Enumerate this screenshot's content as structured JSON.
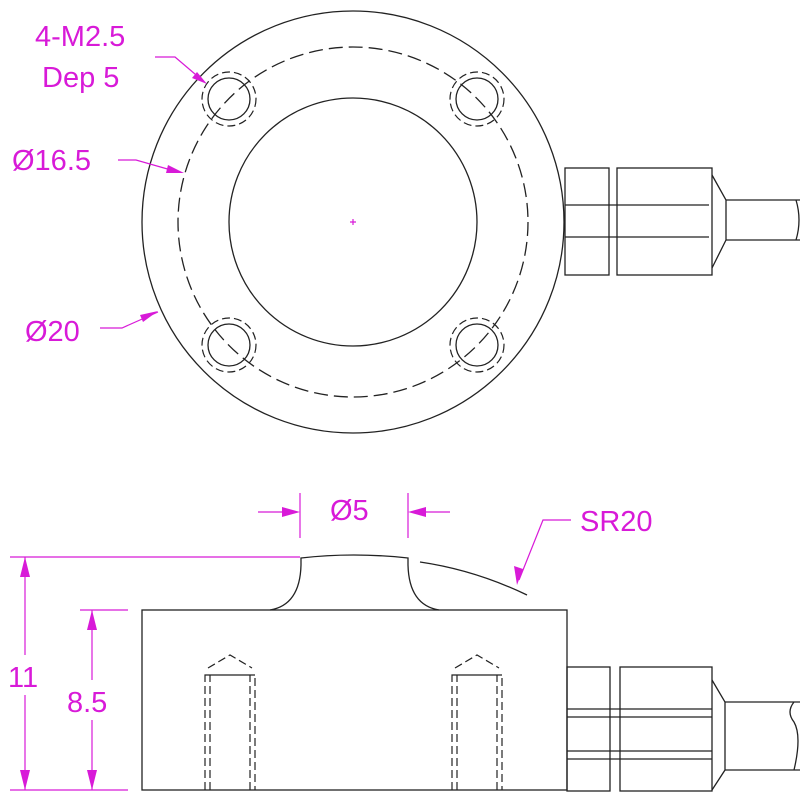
{
  "top_view": {
    "hole_callout_line1": "4-M2.5",
    "hole_callout_line2": "Dep 5",
    "bolt_circle_dia": "Ø16.5",
    "outer_dia": "Ø20"
  },
  "side_view": {
    "button_dia": "Ø5",
    "sphere_radius": "SR20",
    "total_height": "11",
    "body_height": "8.5"
  },
  "colors": {
    "dimension": "#d81ad8",
    "line": "#222222"
  }
}
